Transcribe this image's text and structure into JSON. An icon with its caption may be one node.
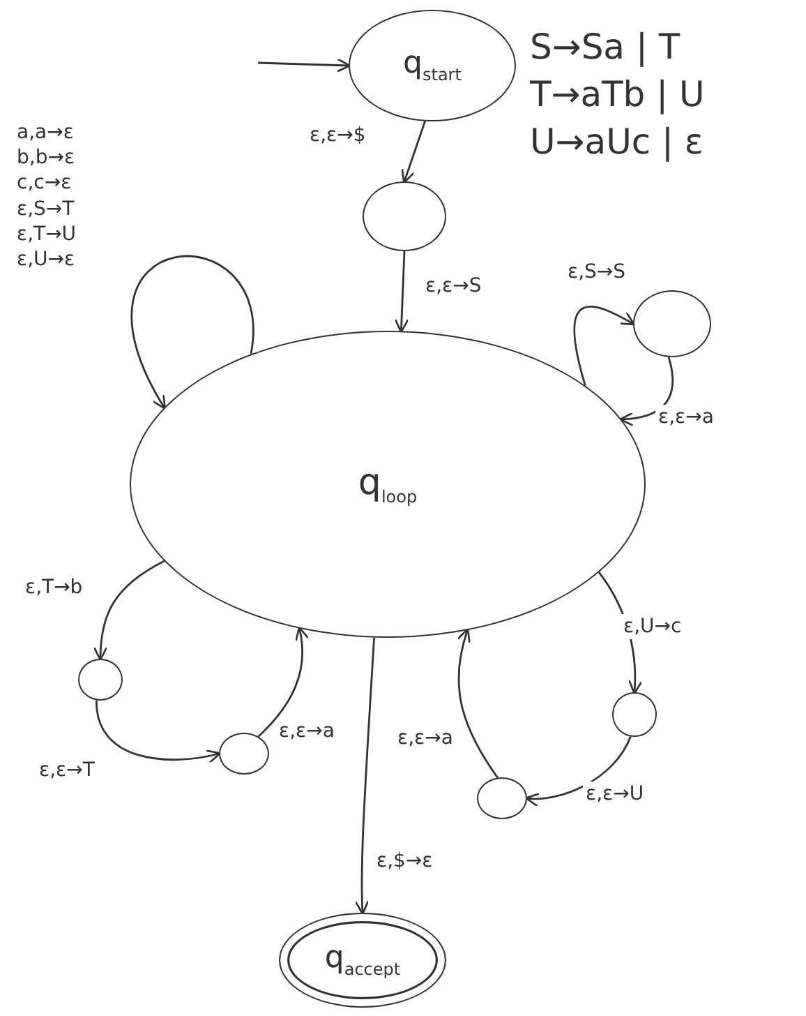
{
  "diagram": {
    "nodes": [
      {
        "text": [
          "q$_{start}$"
        ]
      },
      {
        "text": [],
        "shape": "circle"
      },
      {
        "text": [
          "q$_{loop}$"
        ]
      },
      {
        "text": [],
        "shape": "circle"
      },
      {
        "text": [],
        "shape": "circle"
      },
      {
        "text": [],
        "shape": "circle"
      },
      {
        "text": [],
        "shape": "circle"
      },
      {
        "text": [],
        "shape": "circle"
      },
      {
        "text": [
          "q$_{accept}$"
        ]
      }
    ],
    "edges": [
      {
        "from": null,
        "to": 0,
        "arrow": "to"
      },
      {
        "from": 0,
        "to": 1,
        "arrow": "to",
        "label": "ε,ε→$"
      },
      {
        "from": 1,
        "to": 2,
        "arrow": "to",
        "label": "ε,ε→S"
      },
      {
        "from": 2,
        "to": 2,
        "arrow": "to",
        "label": "a,a→ε b,b→ε c,c→ε ε,S→T ε,T→U ε,U→ε"
      },
      {
        "from": 2,
        "to": 3,
        "arrow": "to",
        "label": "ε,S→S"
      },
      {
        "from": 3,
        "to": 2,
        "arrow": "to",
        "label": "ε,ε→a"
      },
      {
        "from": 2,
        "to": 4,
        "arrow": "to",
        "label": "ε,T→b"
      },
      {
        "from": 4,
        "to": 5,
        "arrow": "to",
        "label": "ε,ε→T"
      },
      {
        "from": 5,
        "to": 2,
        "arrow": "to",
        "label": "ε,ε→a"
      },
      {
        "from": 2,
        "to": 6,
        "arrow": "to",
        "label": "ε,U→c"
      },
      {
        "from": 6,
        "to": 7,
        "arrow": "to",
        "label": "ε,ε→U"
      },
      {
        "from": 7,
        "to": 2,
        "arrow": "to",
        "label": "ε,ε→a"
      },
      {
        "from": 2,
        "to": 8,
        "arrow": "to",
        "label": "ε,$→ε"
      }
    ],
    "labels": [
      "S→Sa | T",
      "T→aTb | U",
      "U→aUc | ε"
    ]
  }
}
